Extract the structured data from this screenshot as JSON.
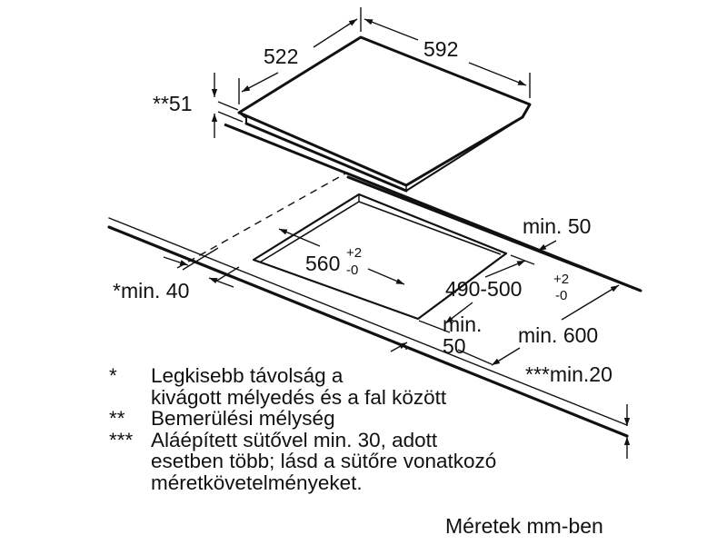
{
  "figure": {
    "type": "hob installation dimension drawing",
    "units_label": "Méretek mm-ben",
    "colors": {
      "line": "#111111",
      "background": "#ffffff"
    }
  },
  "hob": {
    "depth": "522",
    "width": "592",
    "installation_depth": "**51"
  },
  "cutout": {
    "width": {
      "value": "560",
      "tol_plus": "+2",
      "tol_minus": "-0"
    },
    "depth": {
      "value": "490-500",
      "tol_plus": "+2",
      "tol_minus": "-0"
    }
  },
  "clearances": {
    "wall_min": "*min. 40",
    "rear_min": "min. 50",
    "front_min_line1": "min.",
    "front_min_line2": "50",
    "worktop_depth_min": "min. 600",
    "below_min": "***min.20"
  },
  "notes": [
    {
      "mark": "*",
      "lines": [
        "Legkisebb távolság a",
        "kivágott mélyedés és a fal között"
      ]
    },
    {
      "mark": "**",
      "lines": [
        "Bemerülési mélység"
      ]
    },
    {
      "mark": "***",
      "lines": [
        "Aláépített sütővel min. 30, adott",
        "esetben több; lásd a sütőre vonatkozó",
        "méretkövetelményeket."
      ]
    }
  ]
}
